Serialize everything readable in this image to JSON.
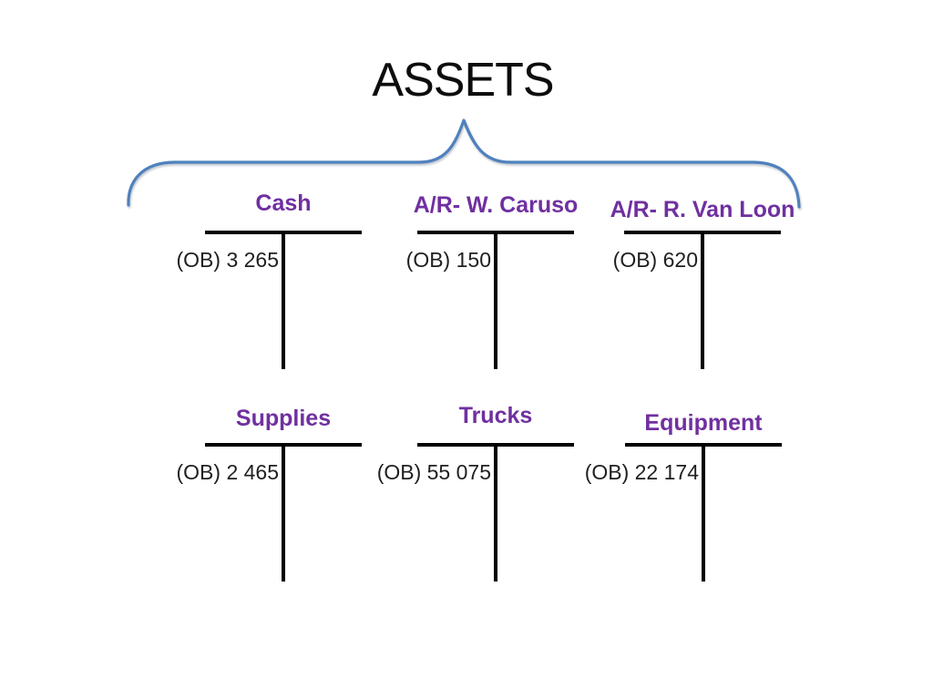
{
  "title": "ASSETS",
  "accounts": [
    {
      "name": "Cash",
      "entry": "(OB) 3 265"
    },
    {
      "name": "A/R- W. Caruso",
      "entry": "(OB) 150"
    },
    {
      "name": "A/R- R. Van Loon",
      "entry": "(OB) 620"
    },
    {
      "name": "Supplies",
      "entry": "(OB) 2 465"
    },
    {
      "name": "Trucks",
      "entry": "(OB) 55 075"
    },
    {
      "name": "Equipment",
      "entry": "(OB) 22 174"
    }
  ],
  "colors": {
    "background": "#ffffff",
    "account_title": "#7030A0",
    "brace": "#4F81BD",
    "line": "#000000",
    "text": "#1f1f1f"
  }
}
